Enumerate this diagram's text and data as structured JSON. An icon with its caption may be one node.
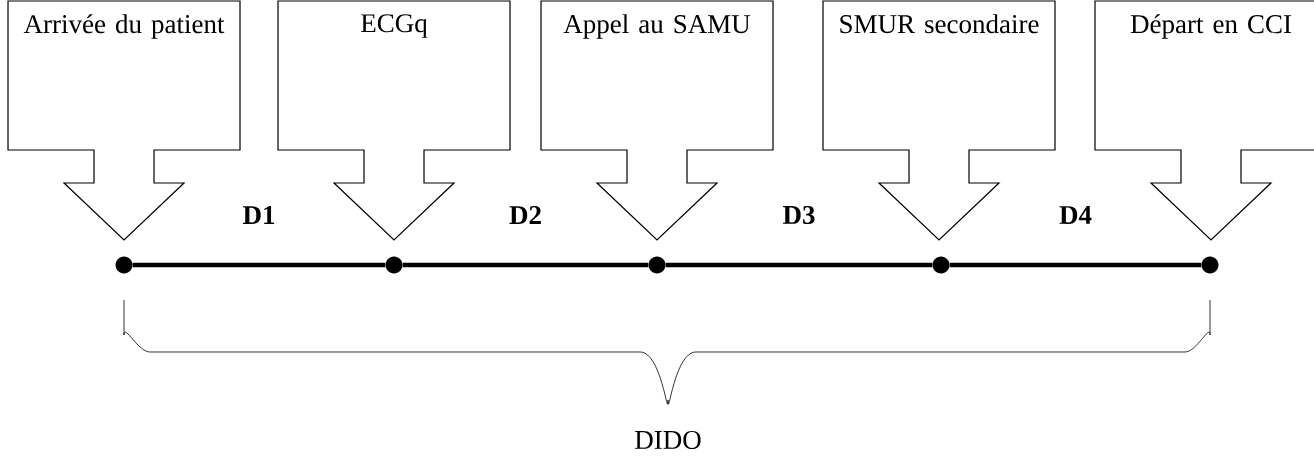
{
  "diagram": {
    "nodes": [
      {
        "text": [
          "Arrivée du patient"
        ]
      },
      {
        "text": [
          "ECGq"
        ]
      },
      {
        "text": [
          "Appel au SAMU"
        ]
      },
      {
        "text": [
          "SMUR secondaire"
        ]
      },
      {
        "text": [
          "Départ en CCI"
        ]
      },
      {
        "text": [],
        "shape": "circle"
      },
      {
        "text": [],
        "shape": "circle"
      },
      {
        "text": [],
        "shape": "circle"
      },
      {
        "text": [],
        "shape": "circle"
      },
      {
        "text": [],
        "shape": "circle"
      }
    ],
    "edges": [
      {
        "from": 5,
        "to": 6,
        "arrow": "none",
        "label": "D1"
      },
      {
        "from": 6,
        "to": 7,
        "arrow": "none",
        "label": "D2"
      },
      {
        "from": 7,
        "to": 8,
        "arrow": "none",
        "label": "D3"
      },
      {
        "from": 8,
        "to": 9,
        "arrow": "none",
        "label": "D4"
      }
    ],
    "labels": [
      "DIDO"
    ]
  }
}
